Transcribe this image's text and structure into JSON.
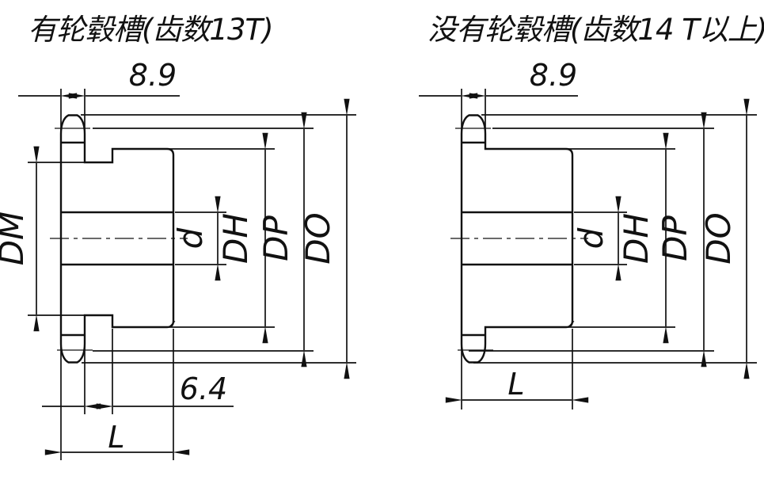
{
  "page": {
    "background": "#ffffff",
    "line_color": "#111111"
  },
  "left_drawing": {
    "title": "有轮毂槽(齿数13T)",
    "labels": {
      "tooth_width": "8.9",
      "groove_width": "6.4",
      "overall_length": "L",
      "bore_diameter": "d",
      "hub_diameter": "DH",
      "pitch_diameter": "DP",
      "outer_diameter": "DO",
      "groove_diameter": "DM"
    }
  },
  "right_drawing": {
    "title": "没有轮毂槽(齿数14 T以上)",
    "labels": {
      "tooth_width": "8.9",
      "overall_length": "L",
      "bore_diameter": "d",
      "hub_diameter": "DH",
      "pitch_diameter": "DP",
      "outer_diameter": "DO"
    }
  }
}
